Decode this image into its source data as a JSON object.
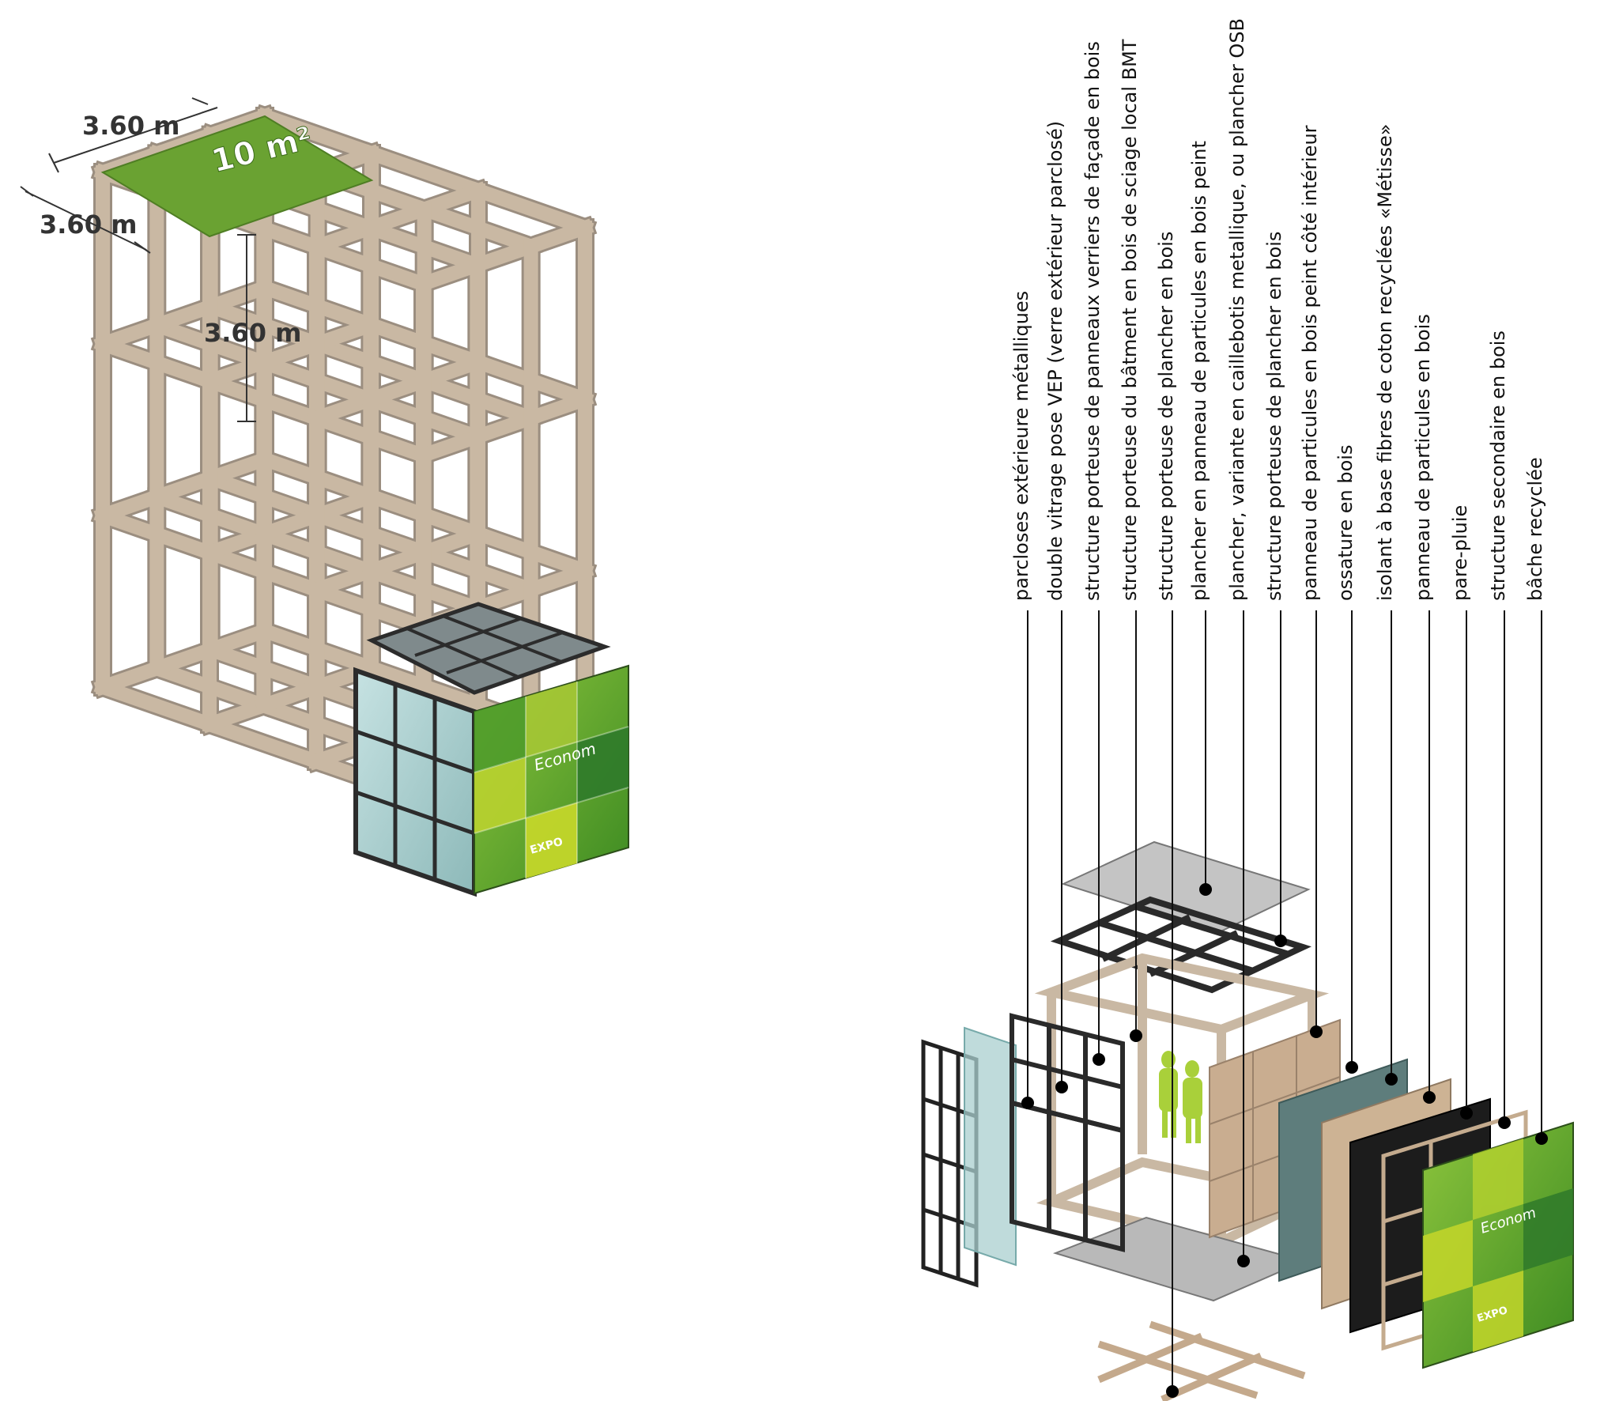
{
  "dimensions": {
    "width_top": "3.60 m",
    "depth_top": "3.60 m",
    "height": "3.60 m",
    "area": "10 m²"
  },
  "module_panel": {
    "words": [
      "Econom",
      "EXPO"
    ]
  },
  "legend": [
    "parcloses extérieure métalliques",
    "double vitrage pose VEP (verre extérieur parclosé)",
    "structure porteuse de panneaux verriers de façade en bois",
    "structure porteuse du bâtment en bois de sciage local BMT",
    "structure porteuse de plancher en bois",
    "plancher en panneau de particules en bois peint",
    "plancher, variante en caillebotis metallique, ou plancher OSB",
    "structure porteuse de plancher en bois",
    "panneau de particules en bois peint côté intérieur",
    "ossature en bois",
    "isolant à base fibres de coton recyclées «Métisse»",
    "panneau de particules en bois",
    "pare-pluie",
    "structure secondaire en bois",
    "bâche recyclée"
  ],
  "colors": {
    "wood": "#c9b8a3",
    "green_floor": "#6aa232",
    "glass": "#9fc7c7",
    "dark_green": "#3f7d24"
  }
}
